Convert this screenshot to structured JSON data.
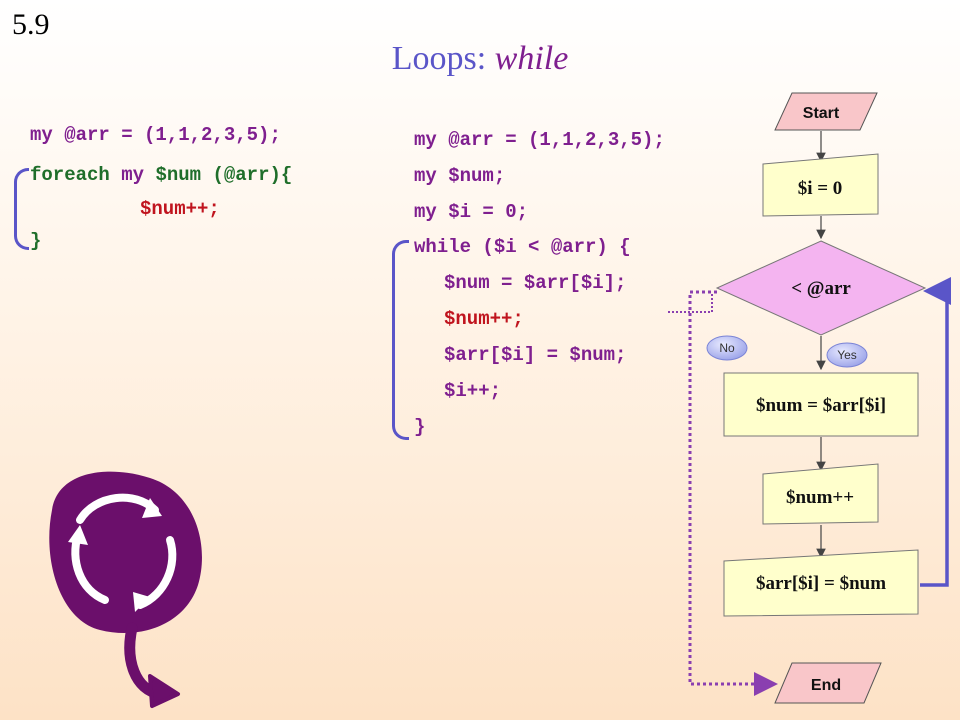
{
  "slide_number": "5.9",
  "title": {
    "main": "Loops: ",
    "keyword": "while"
  },
  "left_code": {
    "line1": "my @arr = (1,1,2,3,5);",
    "foreach_kw": "foreach",
    "my_kw": "my",
    "foreach_rest": " $num (@arr){",
    "body": "$num++;",
    "close": "}"
  },
  "middle_code": {
    "line1": "my @arr = (1,1,2,3,5);",
    "line2": "my $num;",
    "line3": "my $i = 0;",
    "line4": "while ($i < @arr) {",
    "line5": "$num = $arr[$i];",
    "line6": "$num++;",
    "line7": "$arr[$i] = $num;",
    "line8": "$i++;",
    "line9": "}"
  },
  "flowchart": {
    "start": "Start",
    "init": "$i = 0",
    "condition": "< @arr",
    "no": "No",
    "yes": "Yes",
    "step1": "$num = $arr[$i]",
    "step2": "$num++",
    "step3": "$arr[$i] = $num",
    "end": "End"
  },
  "colors": {
    "keyword": "#7f1f8f",
    "text": "#1f6e2a",
    "variable": "#c0141e",
    "accent": "#5a55c8",
    "box_fill": "#ffffcc",
    "diamond_fill": "#f4b4f0",
    "start_end_fill": "#f9c6c9",
    "loop_icon": "#6b0f6b"
  },
  "icon": "cycle-arrows-icon"
}
